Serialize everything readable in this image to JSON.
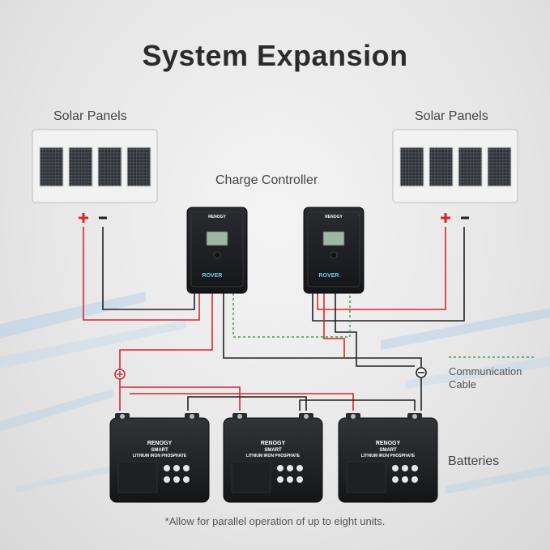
{
  "title": "System Expansion",
  "labels": {
    "solar_left": "Solar Panels",
    "solar_right": "Solar Panels",
    "charge_controller": "Charge Controller",
    "communication_cable": "Communication Cable",
    "batteries": "Batteries"
  },
  "controller": {
    "brand": "RENOGY",
    "model": "ROVER"
  },
  "battery": {
    "brand": "RENOGY",
    "line1": "SMART",
    "line2": "LITHIUM IRON PHOSPHATE"
  },
  "footnote": "*Allow for parallel operation of up to eight units.",
  "colors": {
    "positive_wire": "#d9262b",
    "negative_wire": "#222222",
    "comm_cable": "#2e9e4a",
    "device_body": "#1c1d20",
    "panel_cell": "#2f3338"
  },
  "icons": [
    "plus-icon",
    "minus-icon"
  ]
}
